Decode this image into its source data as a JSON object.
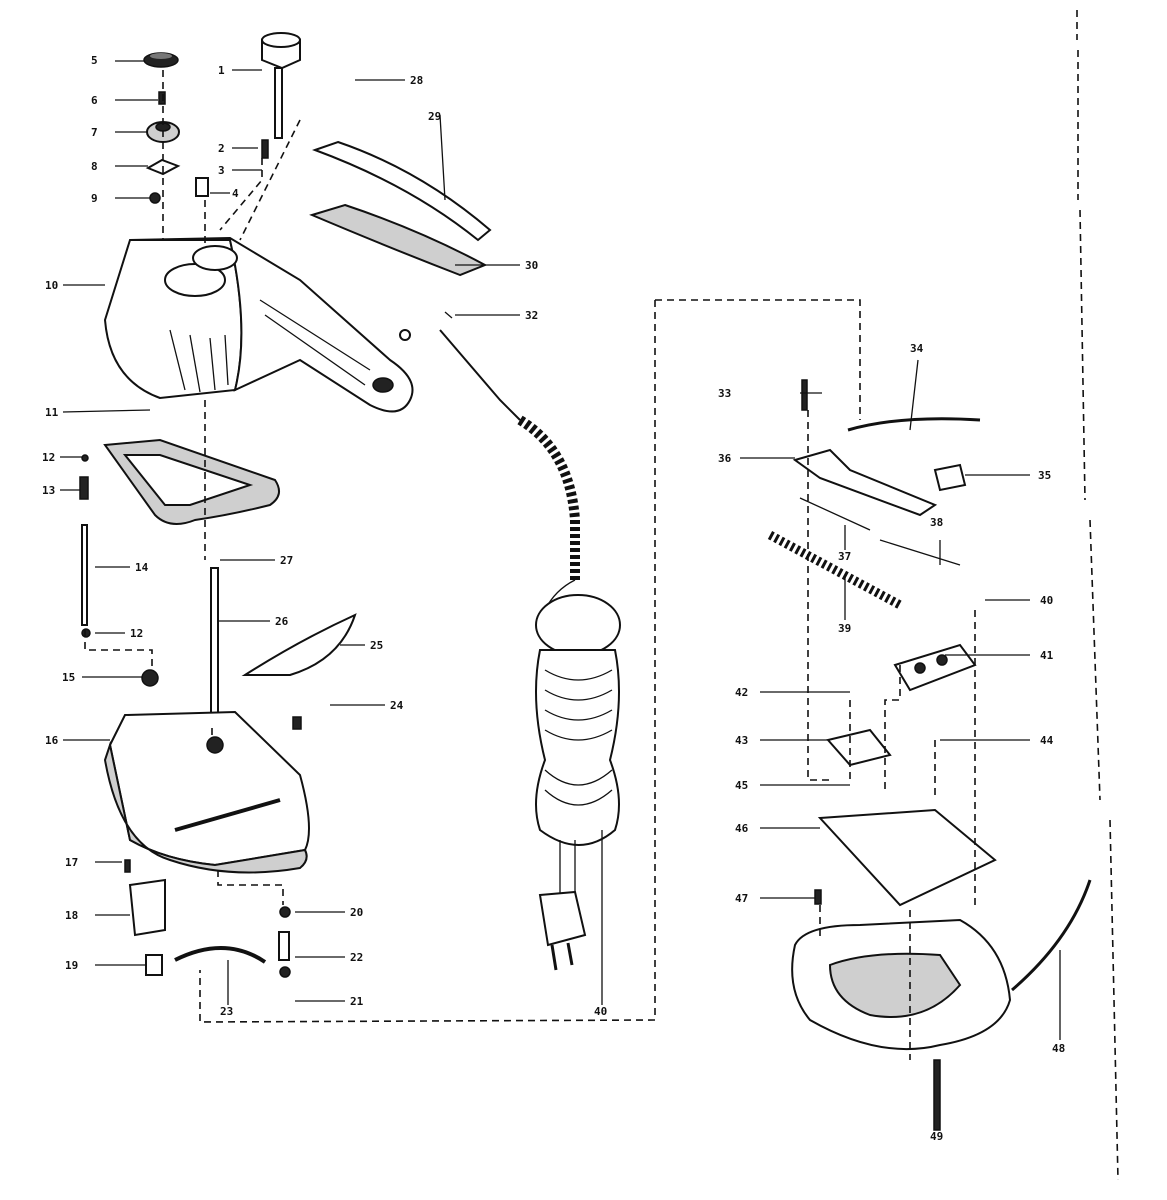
{
  "labels": [
    {
      "id": "n1",
      "text": "5"
    },
    {
      "id": "n2",
      "text": "6"
    },
    {
      "id": "n3",
      "text": "7"
    },
    {
      "id": "n4",
      "text": "8"
    },
    {
      "id": "n5",
      "text": "9"
    },
    {
      "id": "n6",
      "text": "1"
    },
    {
      "id": "n7",
      "text": "2"
    },
    {
      "id": "n8",
      "text": "3"
    },
    {
      "id": "n9",
      "text": "4"
    },
    {
      "id": "n10",
      "text": "28"
    },
    {
      "id": "n11",
      "text": "29"
    },
    {
      "id": "n12",
      "text": "30"
    },
    {
      "id": "n13",
      "text": "10"
    },
    {
      "id": "n14",
      "text": "32"
    },
    {
      "id": "n15",
      "text": "11"
    },
    {
      "id": "n16",
      "text": "12"
    },
    {
      "id": "n17",
      "text": "13"
    },
    {
      "id": "n18",
      "text": "14"
    },
    {
      "id": "n19",
      "text": "12"
    },
    {
      "id": "n20",
      "text": "27"
    },
    {
      "id": "n21",
      "text": "26"
    },
    {
      "id": "n22",
      "text": "25"
    },
    {
      "id": "n23",
      "text": "15"
    },
    {
      "id": "n24",
      "text": "24"
    },
    {
      "id": "n25",
      "text": "16"
    },
    {
      "id": "n26",
      "text": "17"
    },
    {
      "id": "n27",
      "text": "18"
    },
    {
      "id": "n28",
      "text": "19"
    },
    {
      "id": "n29",
      "text": "20"
    },
    {
      "id": "n30",
      "text": "22"
    },
    {
      "id": "n31",
      "text": "21"
    },
    {
      "id": "n32",
      "text": "23"
    },
    {
      "id": "n33",
      "text": "40"
    },
    {
      "id": "n34",
      "text": "33"
    },
    {
      "id": "n35",
      "text": "34"
    },
    {
      "id": "n36",
      "text": "35"
    },
    {
      "id": "n37",
      "text": "36"
    },
    {
      "id": "n38",
      "text": "37"
    },
    {
      "id": "n39",
      "text": "38"
    },
    {
      "id": "n40",
      "text": "39"
    },
    {
      "id": "n41",
      "text": "40"
    },
    {
      "id": "n42",
      "text": "41"
    },
    {
      "id": "n43",
      "text": "42"
    },
    {
      "id": "n44",
      "text": "43"
    },
    {
      "id": "n45",
      "text": "44"
    },
    {
      "id": "n46",
      "text": "45"
    },
    {
      "id": "n47",
      "text": "46"
    },
    {
      "id": "n48",
      "text": "47"
    },
    {
      "id": "n49",
      "text": "48"
    },
    {
      "id": "n50",
      "text": "49"
    }
  ]
}
